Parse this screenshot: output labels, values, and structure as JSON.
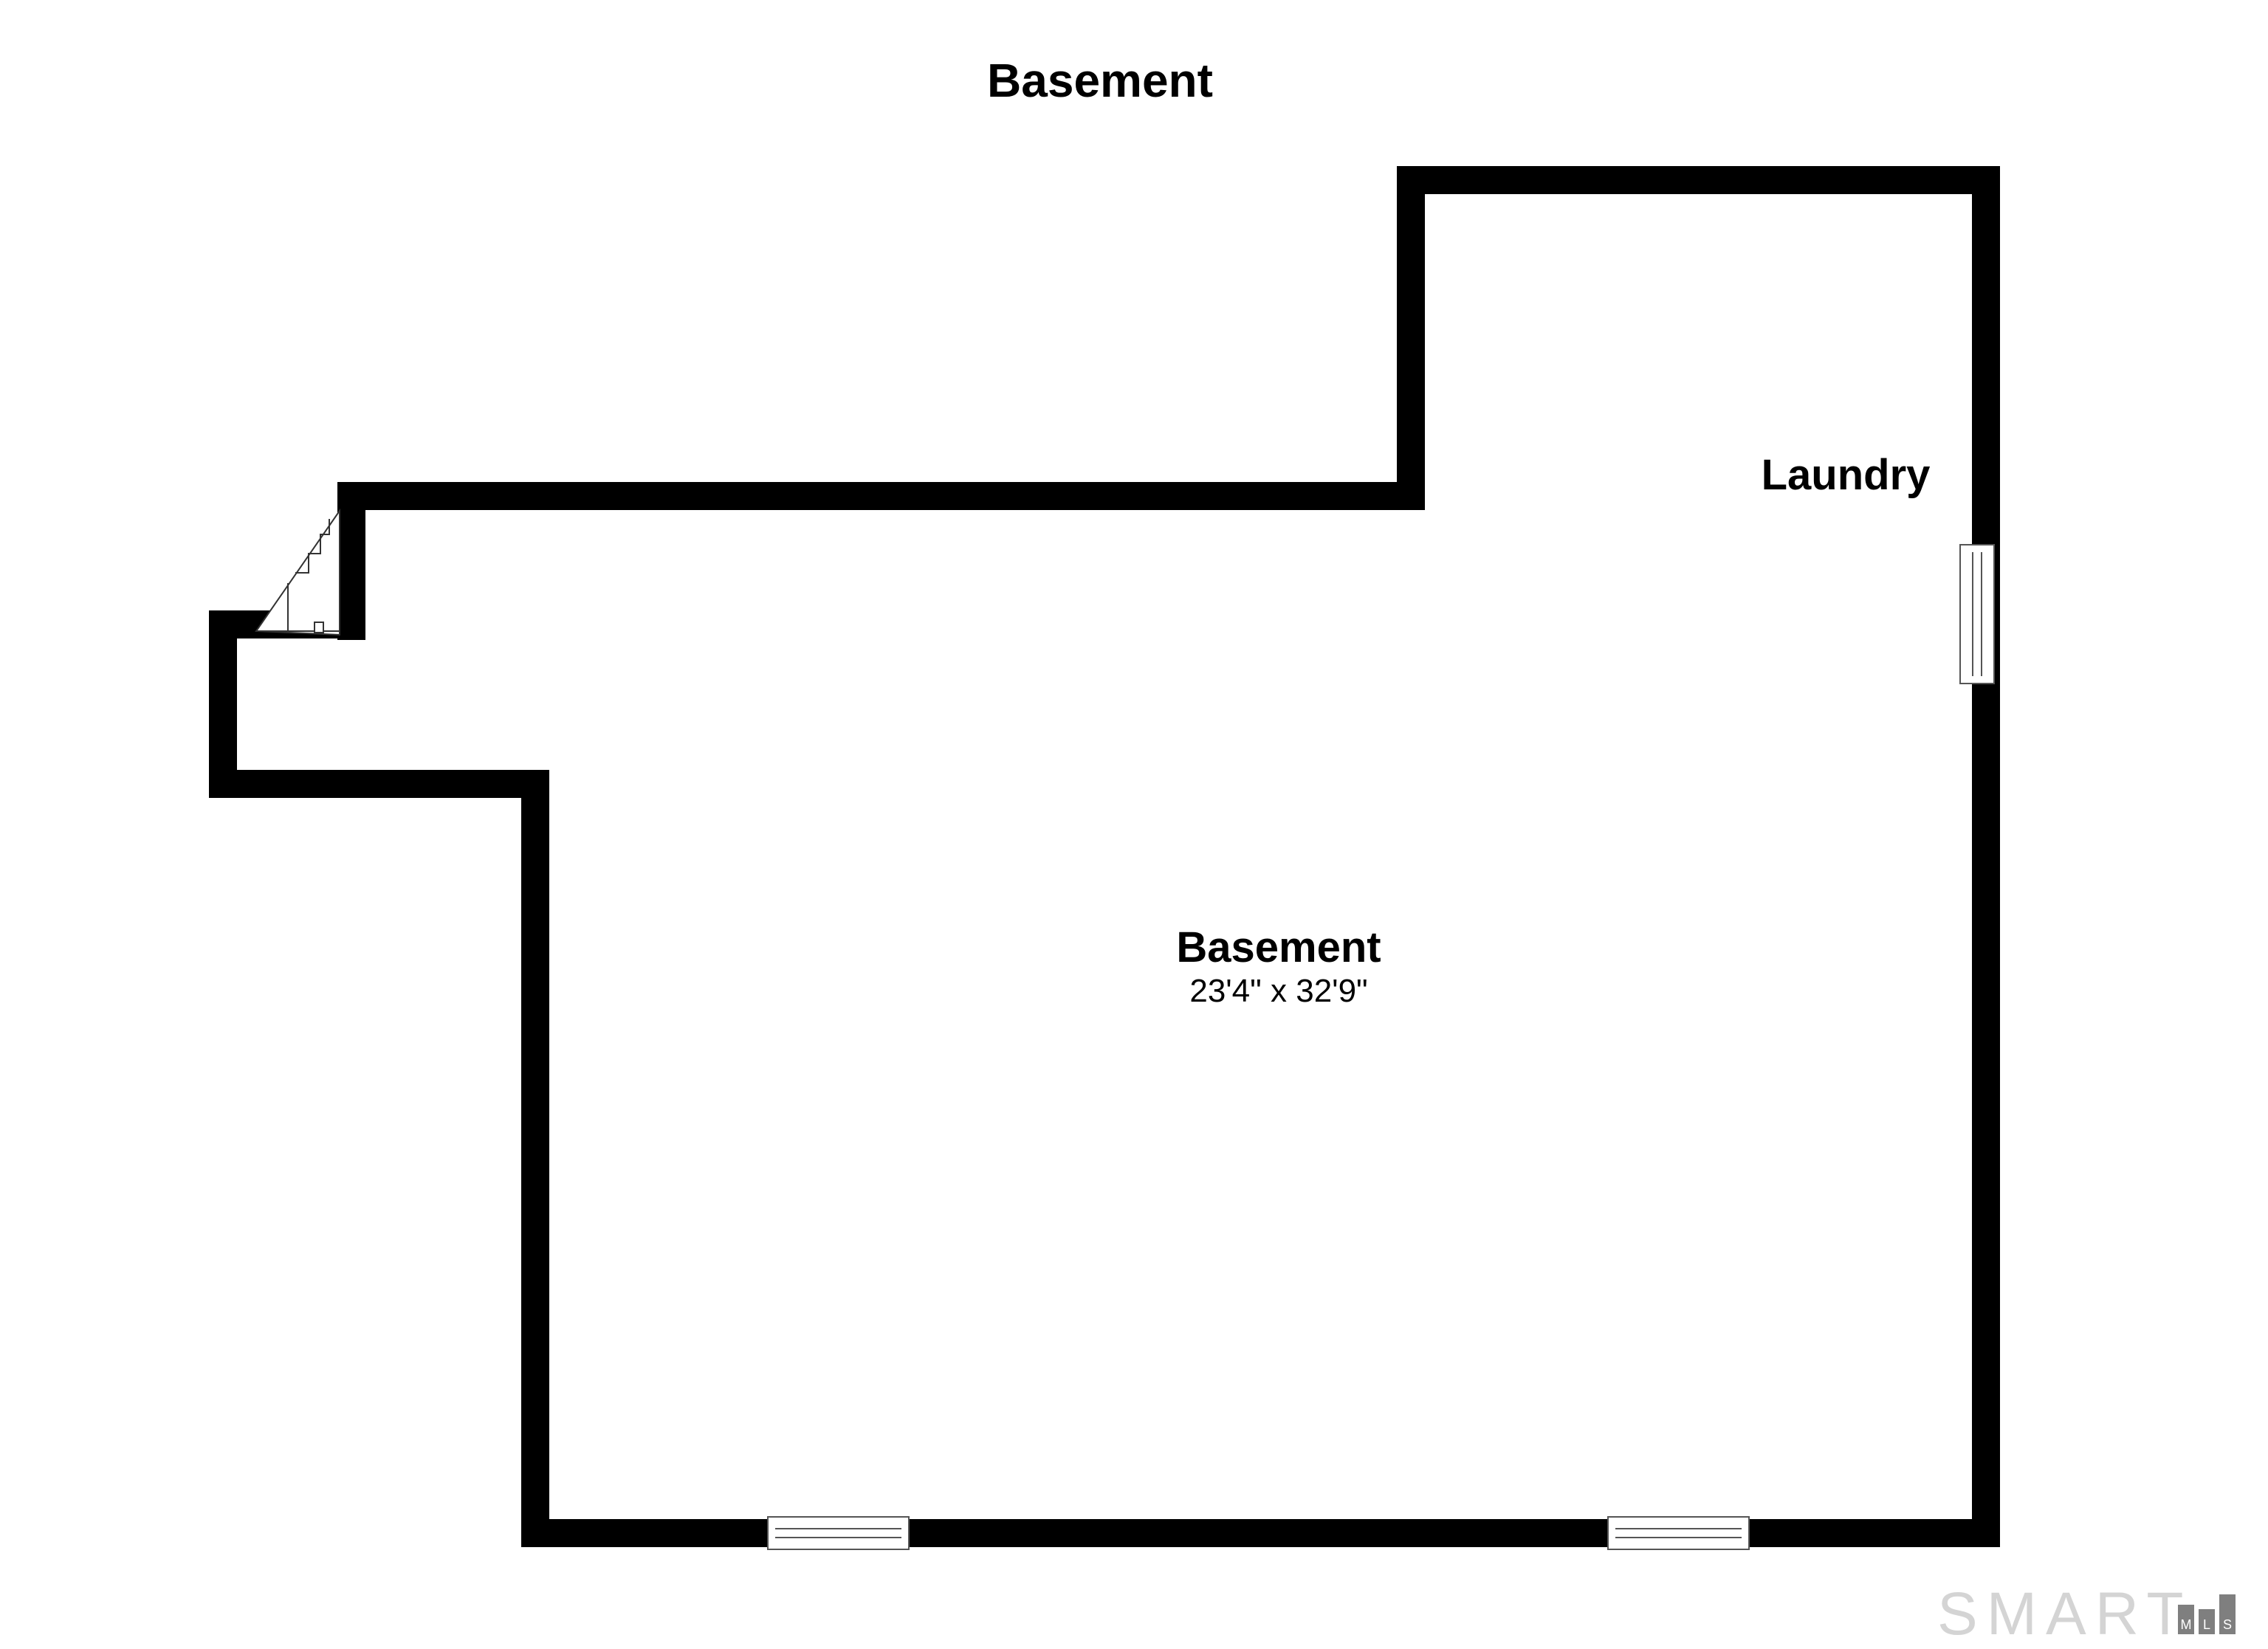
{
  "floor_title": "Basement",
  "rooms": [
    {
      "name": "Basement",
      "dimensions": "23'4\" x 32'9\""
    },
    {
      "name": "Laundry"
    }
  ],
  "watermark": {
    "brand": "SMART",
    "sub_letters": [
      "M",
      "L",
      "S"
    ]
  },
  "colors": {
    "wall": "#000000",
    "background": "#ffffff",
    "window_fill": "#ffffff",
    "window_stroke": "#555555",
    "watermark_text": "#d4d4d4",
    "watermark_box": "#7f7f7f"
  }
}
